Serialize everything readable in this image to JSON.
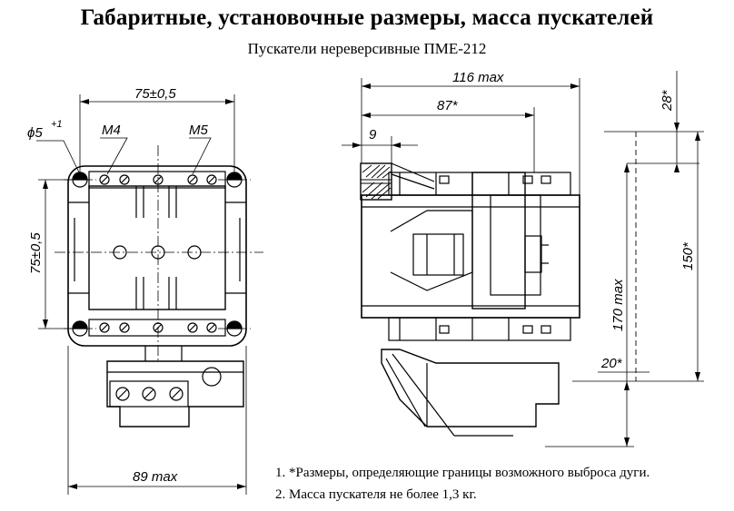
{
  "title": "Габаритные, установочные размеры, масса пускателей",
  "subtitle": "Пускатели нереверсивные ПМЕ-212",
  "dimensions": {
    "width_mounting": "75±0,5",
    "height_mounting": "75±0,5",
    "hole_dia": "ϕ5",
    "hole_tol": "+1",
    "thread_m4": "М4",
    "thread_m5": "М5",
    "width_total": "89 max",
    "depth_total": "116 max",
    "depth_87": "87*",
    "dim_9": "9",
    "height_total": "170 max",
    "dim_28": "28*",
    "dim_150": "150*",
    "dim_20": "20*"
  },
  "notes": [
    "1. *Размеры, определяющие границы возможного выброса дуги.",
    "2. Масса пускателя не более 1,3 кг."
  ]
}
